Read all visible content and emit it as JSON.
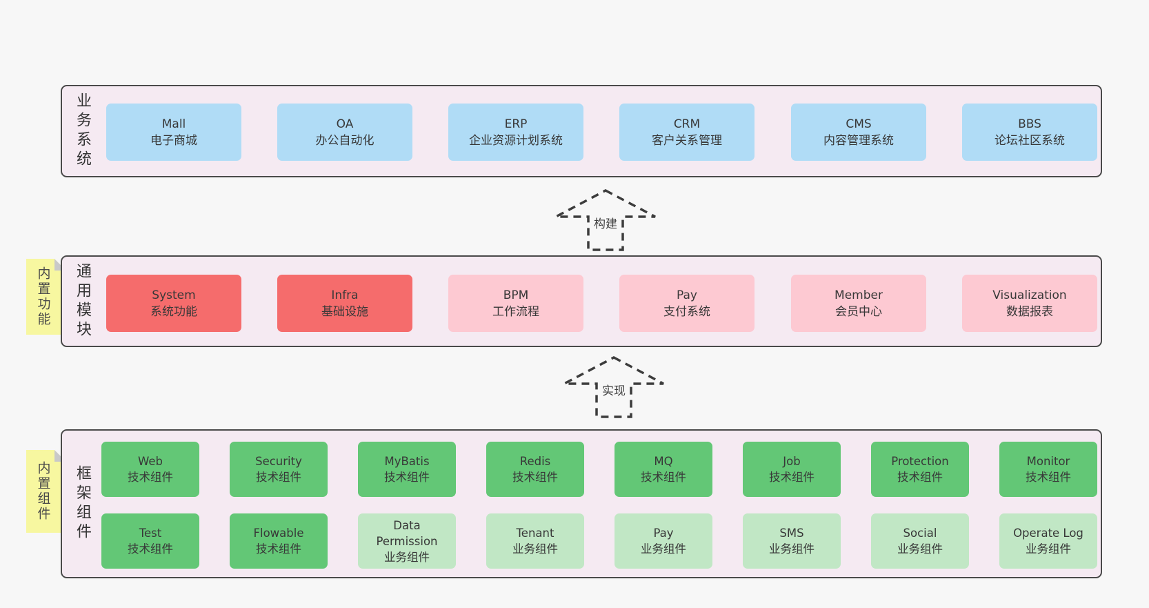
{
  "palette": {
    "page_bg": "#f7f7f7",
    "layer_bg": "#f5eaf2",
    "layer_border": "#4a4a4a",
    "business_system_box": "#b0dcf6",
    "core_module_box": "#f56c6c",
    "optional_module_box": "#fdc9d2",
    "tech_component_box": "#63c776",
    "biz_component_box": "#c1e7c5",
    "sticky_note": "#f7f7a0",
    "sticky_note_fold": "#c9c9c9",
    "text": "#3a3a3a"
  },
  "arrows": [
    {
      "label": "构建"
    },
    {
      "label": "实现"
    }
  ],
  "layers": [
    {
      "label": "业务系统",
      "boxes": [
        {
          "name": "Mall",
          "desc": "电子商城",
          "type": "blue"
        },
        {
          "name": "OA",
          "desc": "办公自动化",
          "type": "blue"
        },
        {
          "name": "ERP",
          "desc": "企业资源计划系统",
          "type": "blue"
        },
        {
          "name": "CRM",
          "desc": "客户关系管理",
          "type": "blue"
        },
        {
          "name": "CMS",
          "desc": "内容管理系统",
          "type": "blue"
        },
        {
          "name": "BBS",
          "desc": "论坛社区系统",
          "type": "blue"
        }
      ]
    },
    {
      "label": "通用模块",
      "note": "内置功能",
      "boxes": [
        {
          "name": "System",
          "desc": "系统功能",
          "type": "red"
        },
        {
          "name": "Infra",
          "desc": "基础设施",
          "type": "red"
        },
        {
          "name": "BPM",
          "desc": "工作流程",
          "type": "pink"
        },
        {
          "name": "Pay",
          "desc": "支付系统",
          "type": "pink"
        },
        {
          "name": "Member",
          "desc": "会员中心",
          "type": "pink"
        },
        {
          "name": "Visualization",
          "desc": "数据报表",
          "type": "pink"
        }
      ]
    },
    {
      "label": "框架组件",
      "note": "内置组件",
      "rows": [
        [
          {
            "name": "Web",
            "desc": "技术组件",
            "type": "green-dark"
          },
          {
            "name": "Security",
            "desc": "技术组件",
            "type": "green-dark"
          },
          {
            "name": "MyBatis",
            "desc": "技术组件",
            "type": "green-dark"
          },
          {
            "name": "Redis",
            "desc": "技术组件",
            "type": "green-dark"
          },
          {
            "name": "MQ",
            "desc": "技术组件",
            "type": "green-dark"
          },
          {
            "name": "Job",
            "desc": "技术组件",
            "type": "green-dark"
          },
          {
            "name": "Protection",
            "desc": "技术组件",
            "type": "green-dark"
          },
          {
            "name": "Monitor",
            "desc": "技术组件",
            "type": "green-dark"
          }
        ],
        [
          {
            "name": "Test",
            "desc": "技术组件",
            "type": "green-dark"
          },
          {
            "name": "Flowable",
            "desc": "技术组件",
            "type": "green-dark"
          },
          {
            "name": "Data Permission",
            "desc": "业务组件",
            "type": "green-light"
          },
          {
            "name": "Tenant",
            "desc": "业务组件",
            "type": "green-light"
          },
          {
            "name": "Pay",
            "desc": "业务组件",
            "type": "green-light"
          },
          {
            "name": "SMS",
            "desc": "业务组件",
            "type": "green-light"
          },
          {
            "name": "Social",
            "desc": "业务组件",
            "type": "green-light"
          },
          {
            "name": "Operate Log",
            "desc": "业务组件",
            "type": "green-light"
          }
        ]
      ]
    }
  ]
}
